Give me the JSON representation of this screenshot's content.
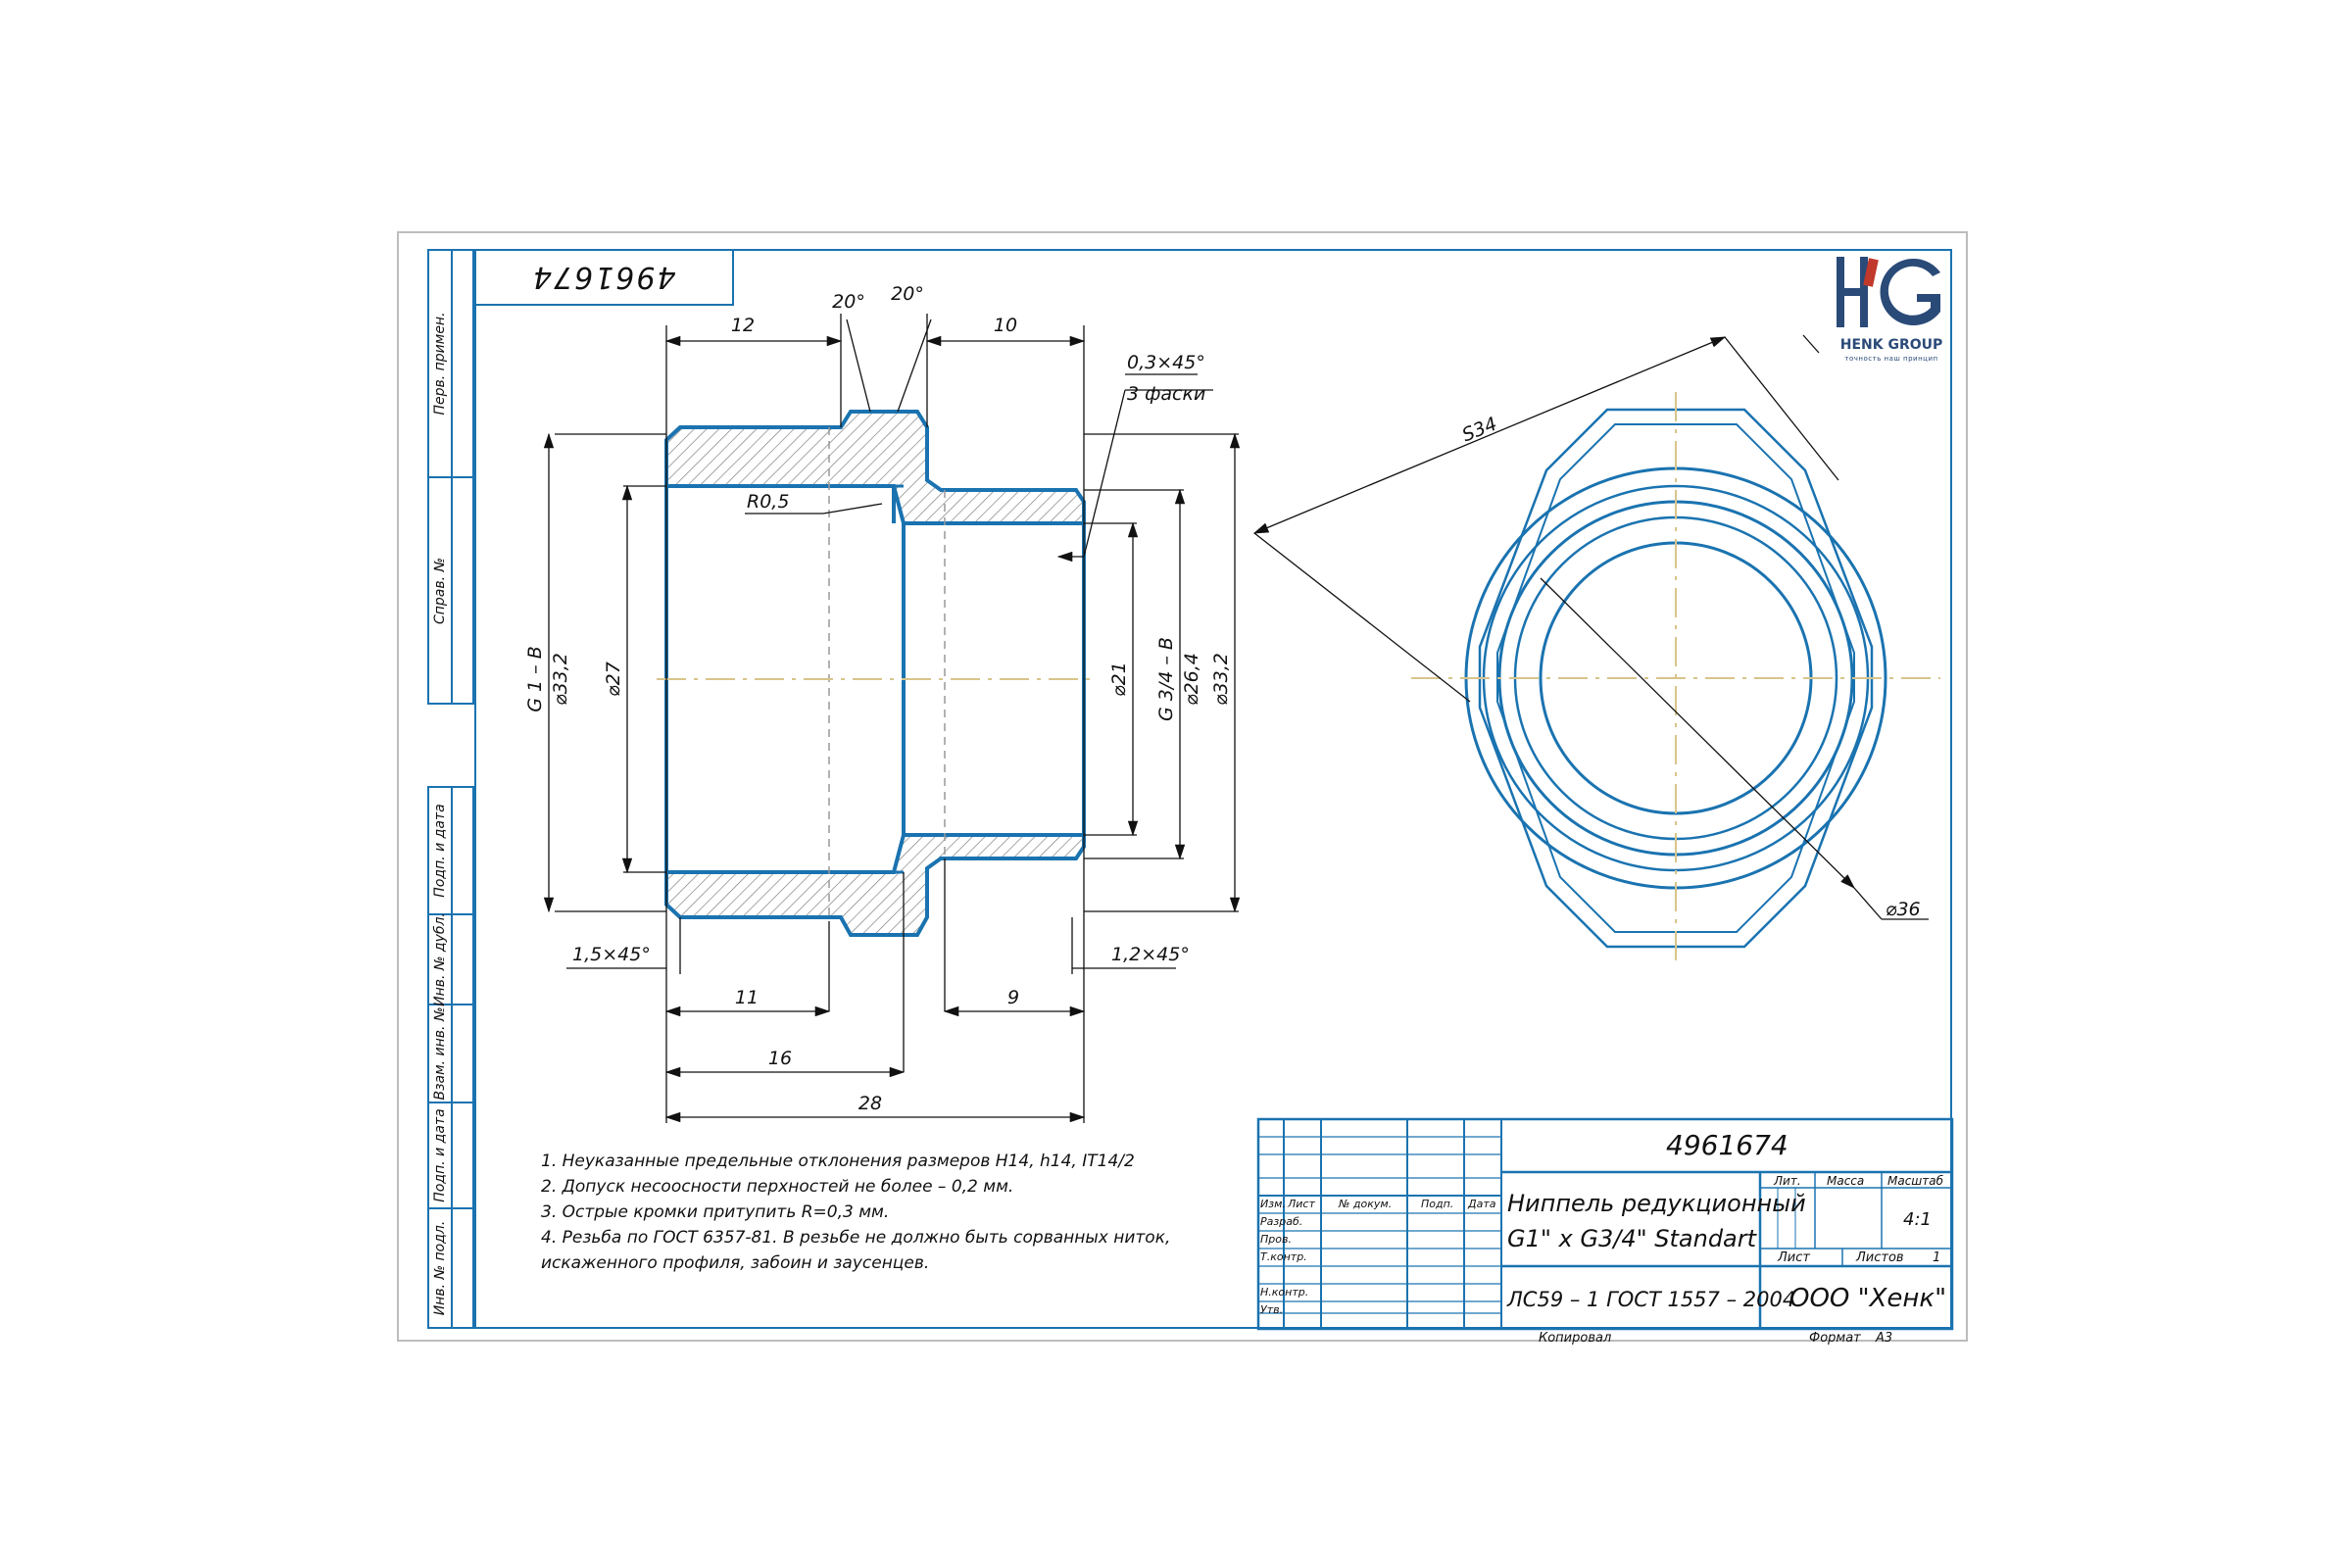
{
  "drawing": {
    "doc_number_rotated": "4961674",
    "dimensions": {
      "d12": "12",
      "d10": "10",
      "a20_left": "20°",
      "a20_right": "20°",
      "chamfer_03": "0,3×45°",
      "chamfer_count": "3 фаски",
      "r05": "R0,5",
      "g1b": "G 1 – B",
      "d332_left": "⌀33,2",
      "d27": "⌀27",
      "d21": "⌀21",
      "g34b": "G 3/4 – B",
      "d264": "⌀26,4",
      "d332_right": "⌀33,2",
      "ch15": "1,5×45°",
      "ch12": "1,2×45°",
      "d11": "11",
      "d9": "9",
      "d16": "16",
      "d28": "28",
      "s34": "S34",
      "d36": "⌀36"
    }
  },
  "side_labels": [
    "Перв. примен.",
    "Справ. №",
    "Подп. и дата",
    "Инв. № дубл.",
    "Взам. инв. №",
    "Подп. и дата",
    "Инв. № подл."
  ],
  "logo": {
    "letters": "HG",
    "company": "HENK GROUP",
    "tagline": "точность наш принцип",
    "color_h": "#2a4a78",
    "color_g": "#2a4a78",
    "accent": "#c0392b"
  },
  "notes": [
    "1. Неуказанные предельные отклонения размеров H14, h14, IT14/2",
    "2. Допуск несоосности перхностей не более – 0,2 мм.",
    "3. Острые кромки притупить R=0,3 мм.",
    "4. Резьба по ГОСТ 6357-81. В резьбе не должно быть сорванных ниток,",
    "искаженного профиля, забоин и заусенцев."
  ],
  "title_block": {
    "doc_number": "4961674",
    "name_line1": "Ниппель редукционный",
    "name_line2": "G1\" x G3/4\" Standart",
    "material": "ЛС59 – 1 ГОСТ 1557 – 2004",
    "company": "ООО \"Хенк\"",
    "col_lit": "Лит.",
    "col_mass": "Масса",
    "col_scale": "Масштаб",
    "scale": "4:1",
    "sheet_label": "Лист",
    "sheets_label": "Листов",
    "sheets_count": "1",
    "h_izm": "Изм.",
    "h_list": "Лист",
    "h_docnum": "№ докум.",
    "h_podp": "Подп.",
    "h_data": "Дата",
    "r_razrab": "Разраб.",
    "r_prov": "Пров.",
    "r_tkontr": "Т.контр.",
    "r_nkontr": "Н.контр.",
    "r_utv": "Утв.",
    "copied": "Копировал",
    "format_label": "Формат",
    "format": "А3"
  },
  "colors": {
    "outline": "#1a73b0",
    "axis": "#d8c48a",
    "dim": "#111111",
    "frame": "#1a73b0"
  }
}
